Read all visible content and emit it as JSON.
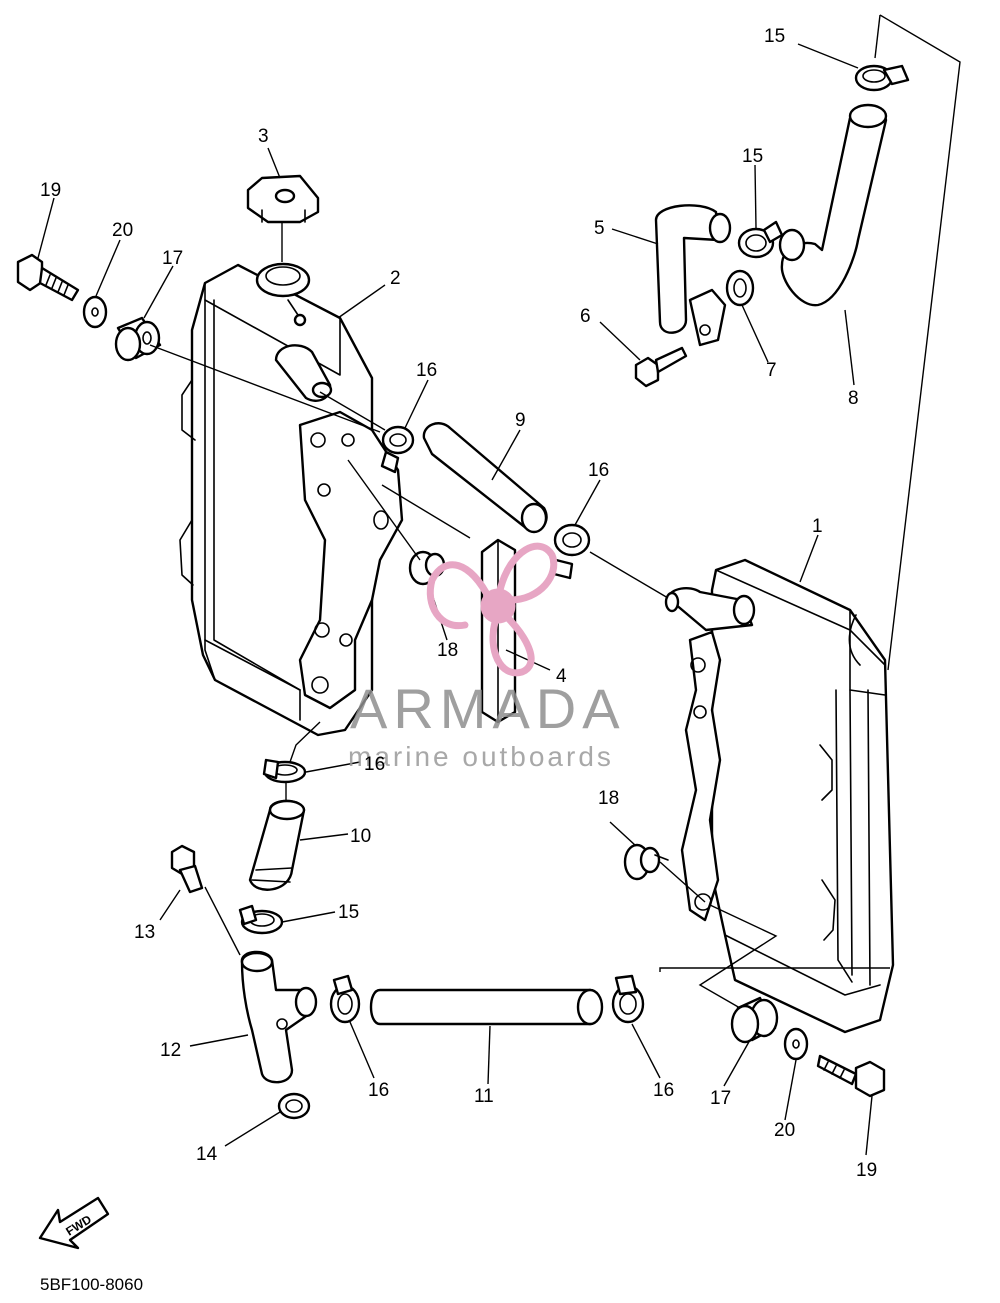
{
  "diagram": {
    "callouts": [
      {
        "id": "c15a",
        "text": "15"
      },
      {
        "id": "c15b",
        "text": "15"
      },
      {
        "id": "c3",
        "text": "3"
      },
      {
        "id": "c19a",
        "text": "19"
      },
      {
        "id": "c20a",
        "text": "20"
      },
      {
        "id": "c17a",
        "text": "17"
      },
      {
        "id": "c2",
        "text": "2"
      },
      {
        "id": "c5",
        "text": "5"
      },
      {
        "id": "c6",
        "text": "6"
      },
      {
        "id": "c7",
        "text": "7"
      },
      {
        "id": "c8",
        "text": "8"
      },
      {
        "id": "c16a",
        "text": "16"
      },
      {
        "id": "c9",
        "text": "9"
      },
      {
        "id": "c16b",
        "text": "16"
      },
      {
        "id": "c1",
        "text": "1"
      },
      {
        "id": "c18a",
        "text": "18"
      },
      {
        "id": "c4",
        "text": "4"
      },
      {
        "id": "c16c",
        "text": "16"
      },
      {
        "id": "c10",
        "text": "10"
      },
      {
        "id": "c18b",
        "text": "18"
      },
      {
        "id": "c13",
        "text": "13"
      },
      {
        "id": "c15c",
        "text": "15"
      },
      {
        "id": "c12",
        "text": "12"
      },
      {
        "id": "c16d",
        "text": "16"
      },
      {
        "id": "c11",
        "text": "11"
      },
      {
        "id": "c16e",
        "text": "16"
      },
      {
        "id": "c17b",
        "text": "17"
      },
      {
        "id": "c20b",
        "text": "20"
      },
      {
        "id": "c19b",
        "text": "19"
      },
      {
        "id": "c14",
        "text": "14"
      }
    ],
    "fwd_label": "FWD",
    "diagram_code": "5BF100-8060"
  },
  "watermark": {
    "brand": "ARMADA",
    "tagline": "marine outboards",
    "logo_color": "#e7a6c4",
    "text_color": "#8f8f8f"
  }
}
